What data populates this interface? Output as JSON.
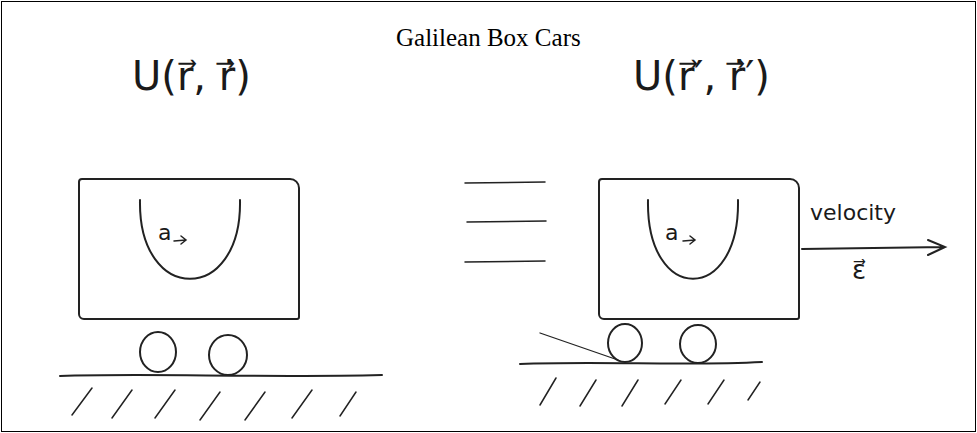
{
  "diagram": {
    "title": "Galilean Box Cars",
    "nodes": [
      {
        "text": [
          "U(r⃗, ṙ⃗)",
          "a"
        ]
      },
      {
        "text": [
          "U(r⃗′, ṙ⃗′)",
          "a"
        ]
      }
    ],
    "labels": [
      "velocity",
      "ε⃗"
    ]
  }
}
